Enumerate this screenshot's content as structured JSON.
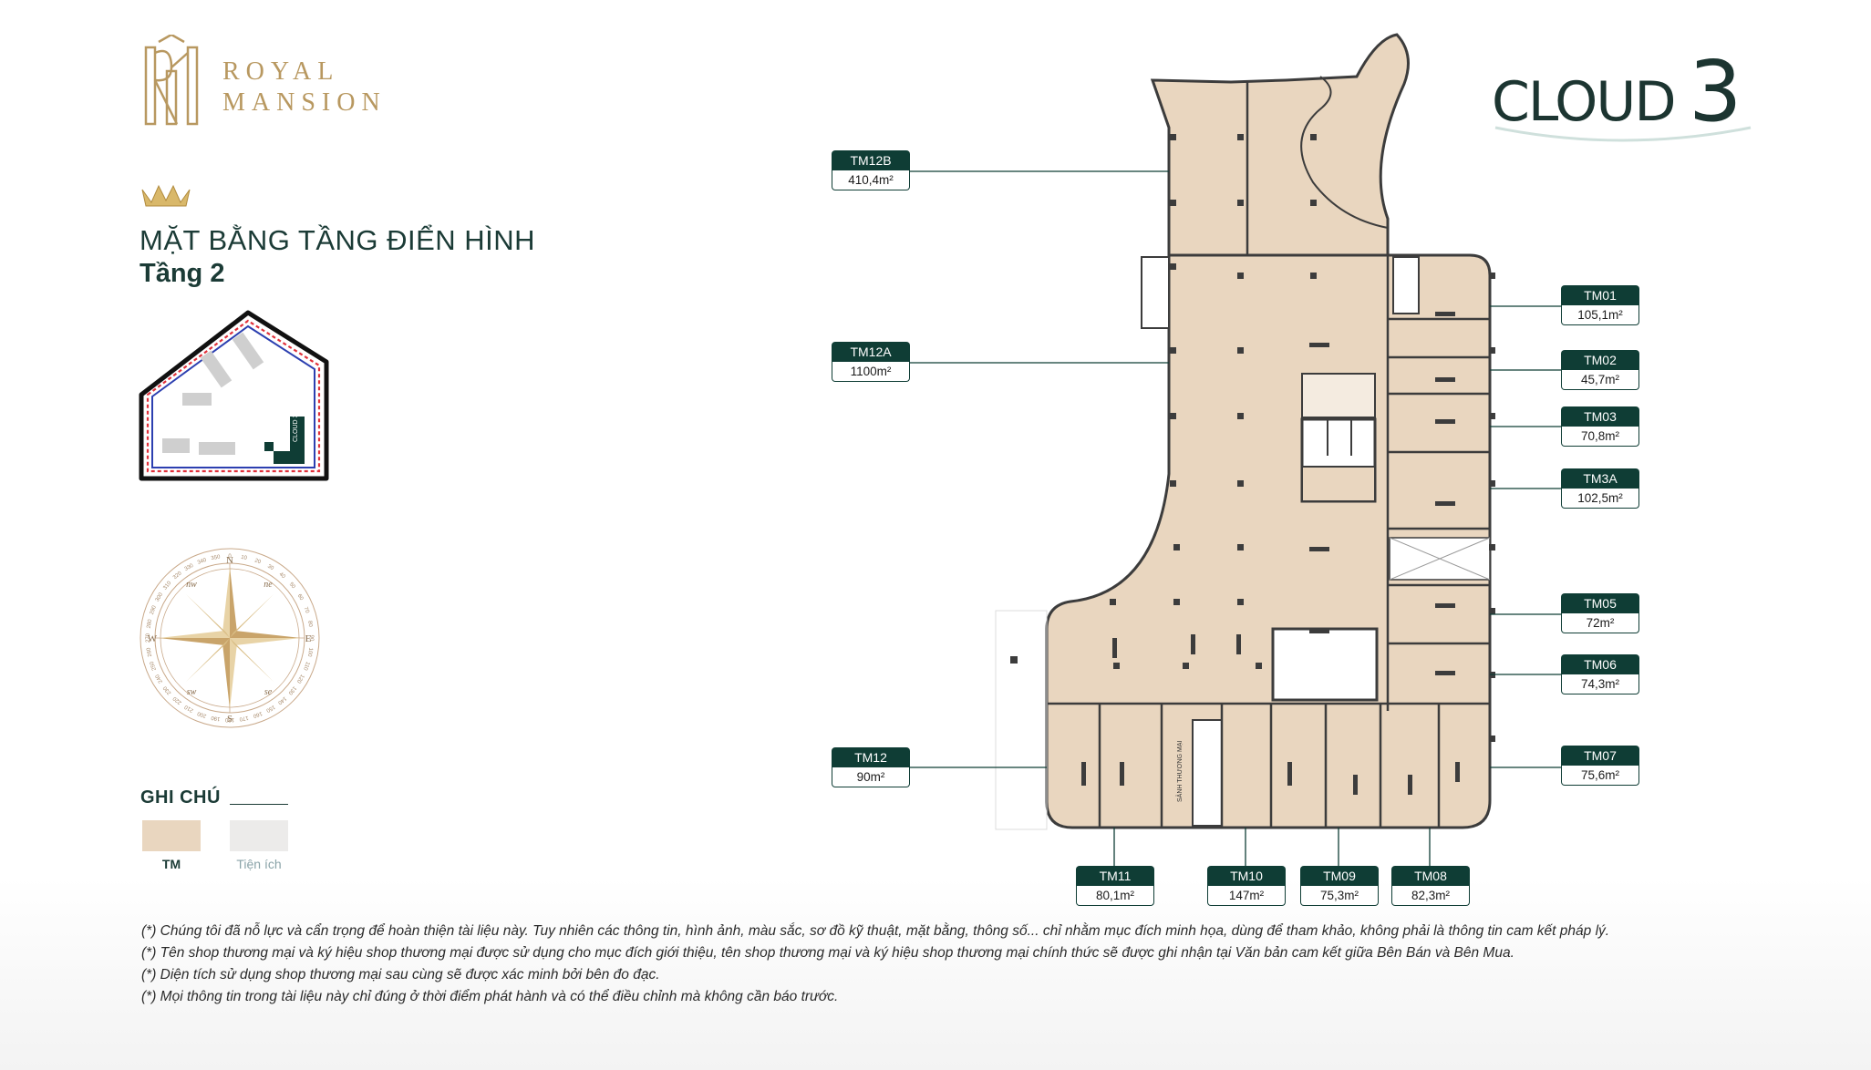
{
  "brand": {
    "logo_line1": "ROYAL",
    "logo_line2": "MANSION",
    "logo_monogram": "RM",
    "tower_line1": "CLOUD",
    "tower_line2": "3"
  },
  "heading": {
    "title": "MẶT BẰNG TẦNG ĐIỂN HÌNH",
    "subtitle": "Tầng 2"
  },
  "legend": {
    "title": "GHI CHÚ",
    "items": [
      {
        "label": "TM",
        "color": "#e9d6bf"
      },
      {
        "label": "Tiện ích",
        "color": "#ecebea"
      }
    ]
  },
  "compass": {
    "n": "N",
    "s": "S",
    "e": "E",
    "w": "W",
    "ne": "ne",
    "nw": "nw",
    "se": "se",
    "sw": "sw",
    "degrees": [
      "0",
      "10",
      "20",
      "30",
      "40",
      "50",
      "60",
      "70",
      "80",
      "90",
      "100",
      "110",
      "120",
      "130",
      "140",
      "150",
      "160",
      "170",
      "180",
      "190",
      "200",
      "210",
      "220",
      "230",
      "240",
      "250",
      "260",
      "270",
      "280",
      "290",
      "300",
      "310",
      "320",
      "330",
      "340",
      "350",
      "360"
    ]
  },
  "site_map": {
    "tower_label": "CLOUD 3"
  },
  "plan": {
    "lobby_label": "SẢNH THƯƠNG MẠI",
    "fill_color": "#e9d6bf",
    "wall_color": "#3c3c3c"
  },
  "units": [
    {
      "name": "TM12B",
      "area": "410,4m²"
    },
    {
      "name": "TM12A",
      "area": "1100m²"
    },
    {
      "name": "TM12",
      "area": "90m²"
    },
    {
      "name": "TM01",
      "area": "105,1m²"
    },
    {
      "name": "TM02",
      "area": "45,7m²"
    },
    {
      "name": "TM03",
      "area": "70,8m²"
    },
    {
      "name": "TM3A",
      "area": "102,5m²"
    },
    {
      "name": "TM05",
      "area": "72m²"
    },
    {
      "name": "TM06",
      "area": "74,3m²"
    },
    {
      "name": "TM07",
      "area": "75,6m²"
    },
    {
      "name": "TM11",
      "area": "80,1m²"
    },
    {
      "name": "TM10",
      "area": "147m²"
    },
    {
      "name": "TM09",
      "area": "75,3m²"
    },
    {
      "name": "TM08",
      "area": "82,3m²"
    }
  ],
  "notes": [
    "(*) Chúng tôi đã nỗ lực và cẩn trọng để hoàn thiện tài liệu này. Tuy nhiên các thông tin, hình ảnh, màu sắc, sơ đồ kỹ thuật, mặt bằng, thông số... chỉ nhằm mục đích minh họa, dùng để tham khảo, không phải là thông tin cam kết pháp lý.",
    "(*) Tên shop thương mại và ký hiệu shop thương mại được sử dụng cho mục đích giới thiệu, tên shop thương mại và ký hiệu shop thương mại chính thức sẽ được ghi nhận tại Văn bản cam kết giữa Bên Bán và Bên Mua.",
    "(*) Diện tích sử dụng shop thương mại sau cùng sẽ được xác minh bởi bên đo đạc.",
    "(*) Mọi thông tin trong tài liệu này chỉ đúng ở thời điểm phát hành và có thể điều chỉnh mà không cần báo trước."
  ]
}
